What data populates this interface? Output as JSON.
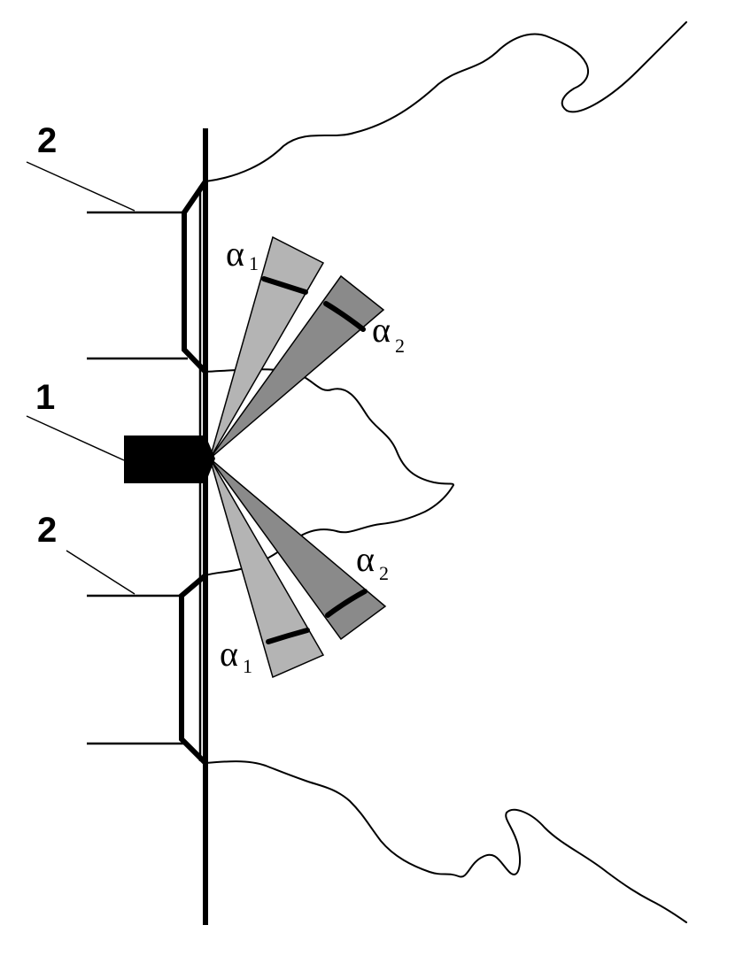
{
  "labels": {
    "device": "1",
    "branch_top": "2",
    "branch_bottom": "2"
  },
  "angles": {
    "top_light": {
      "symbol": "α",
      "subscript": "1"
    },
    "top_dark": {
      "symbol": "α",
      "subscript": "2"
    },
    "bottom_dark": {
      "symbol": "α",
      "subscript": "2"
    },
    "bottom_light": {
      "symbol": "α",
      "subscript": "1"
    }
  },
  "colors": {
    "line": "#000000",
    "beam_light": "#b4b4b4",
    "beam_dark": "#8a8a8a",
    "device": "#000000"
  }
}
